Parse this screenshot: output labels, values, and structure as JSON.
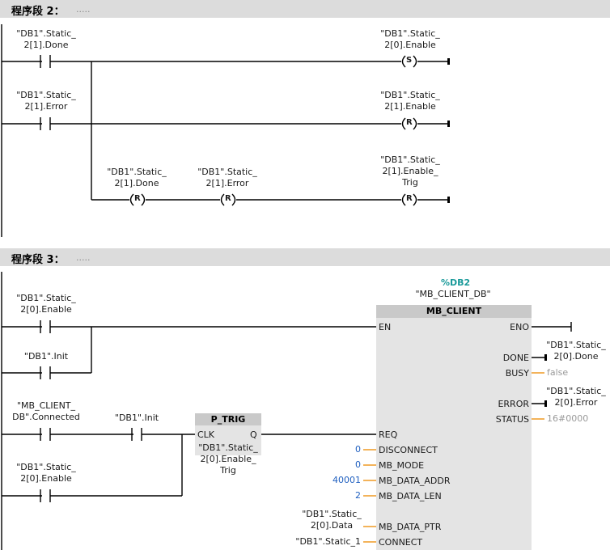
{
  "networks": [
    {
      "title": "程序段 2：",
      "comment": "....."
    },
    {
      "title": "程序段 3：",
      "comment": "....."
    }
  ],
  "net2": {
    "c_done": "\"DB1\".Static_\n2[1].Done",
    "c_error": "\"DB1\".Static_\n2[1].Error",
    "coil_s": "\"DB1\".Static_\n2[0].Enable",
    "coil_r1": "\"DB1\".Static_\n2[1].Enable",
    "r_done": "\"DB1\".Static_\n2[1].Done",
    "r_error": "\"DB1\".Static_\n2[1].Error",
    "r_trig": "\"DB1\".Static_\n2[1].Enable_\nTrig",
    "coil_s_letter": "S",
    "coil_r_letter": "R"
  },
  "net3": {
    "c_enable": "\"DB1\".Static_\n2[0].Enable",
    "c_init": "\"DB1\".Init",
    "c_connected": "\"MB_CLIENT_\nDB\".Connected",
    "c_init2": "\"DB1\".Init",
    "c_enable2": "\"DB1\".Static_\n2[0].Enable",
    "ptrig_title": "P_TRIG",
    "ptrig_clk": "CLK",
    "ptrig_q": "Q",
    "ptrig_operand": "\"DB1\".Static_\n2[0].Enable_\nTrig",
    "instance_db": "%DB2",
    "instance_name": "\"MB_CLIENT_DB\"",
    "fb_title": "MB_CLIENT",
    "pins_in": [
      "EN",
      "REQ",
      "DISCONNECT",
      "MB_MODE",
      "MB_DATA_ADDR",
      "MB_DATA_LEN",
      "MB_DATA_PTR",
      "CONNECT"
    ],
    "pins_out": [
      "ENO",
      "DONE",
      "BUSY",
      "ERROR",
      "STATUS"
    ],
    "in_vals": {
      "disconnect": "0",
      "mb_mode": "0",
      "mb_data_addr": "40001",
      "mb_data_len": "2",
      "mb_data_ptr": "\"DB1\".Static_\n2[0].Data",
      "connect": "\"DB1\".Static_1"
    },
    "out_vals": {
      "done": "\"DB1\".Static_\n2[0].Done",
      "busy": "false",
      "error": "\"DB1\".Static_\n2[0].Error",
      "status": "16#0000"
    }
  },
  "colors": {
    "orange": "#f0a030",
    "blue_value": "#2060c0",
    "teal": "#1a9a9a"
  }
}
